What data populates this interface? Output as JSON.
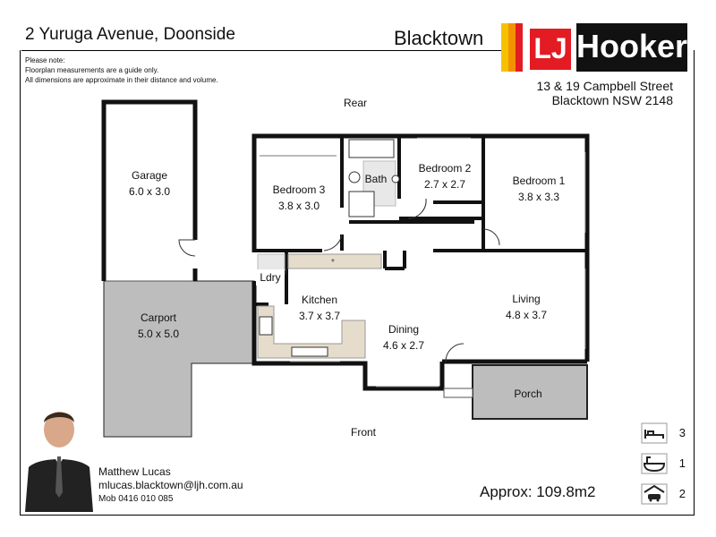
{
  "header": {
    "address": "2 Yuruga Avenue, Doonside",
    "office": "Blacktown",
    "logo_lj": "LJ",
    "logo_hooker": "Hooker",
    "office_address": [
      "13 & 19 Campbell Street",
      "Blacktown NSW 2148"
    ]
  },
  "note": [
    "Please note:",
    "Floorplan measurements are a guide only.",
    "All dimensions are approximate in their distance and volume."
  ],
  "directions": {
    "rear": "Rear",
    "front": "Front"
  },
  "rooms": [
    {
      "name": "Garage",
      "dims": "6.0 x 3.0"
    },
    {
      "name": "Carport",
      "dims": "5.0 x 5.0"
    },
    {
      "name": "Bedroom 3",
      "dims": "3.8 x 3.0"
    },
    {
      "name": "Bath",
      "dims": ""
    },
    {
      "name": "Bedroom 2",
      "dims": "2.7 x 2.7"
    },
    {
      "name": "Bedroom 1",
      "dims": "3.8 x 3.3"
    },
    {
      "name": "Ldry",
      "dims": ""
    },
    {
      "name": "Kitchen",
      "dims": "3.7 x 3.7"
    },
    {
      "name": "Dining",
      "dims": "4.6 x 2.7"
    },
    {
      "name": "Living",
      "dims": "4.8 x 3.7"
    },
    {
      "name": "Porch",
      "dims": ""
    }
  ],
  "agent": {
    "name": "Matthew Lucas",
    "email": "mlucas.blacktown@ljh.com.au",
    "mobile": "Mob 0416 010 085"
  },
  "approx_area": "Approx: 109.8m2",
  "features": [
    {
      "icon": "bed-icon",
      "count": "3"
    },
    {
      "icon": "bath-icon",
      "count": "1"
    },
    {
      "icon": "car-icon",
      "count": "2"
    }
  ],
  "colors": {
    "wall": "#111111",
    "carport_fill": "#bdbdbd",
    "kitchen_bench": "#e6dccb",
    "logo_red": "#e31b23",
    "logo_yellow": "#f6c200"
  }
}
